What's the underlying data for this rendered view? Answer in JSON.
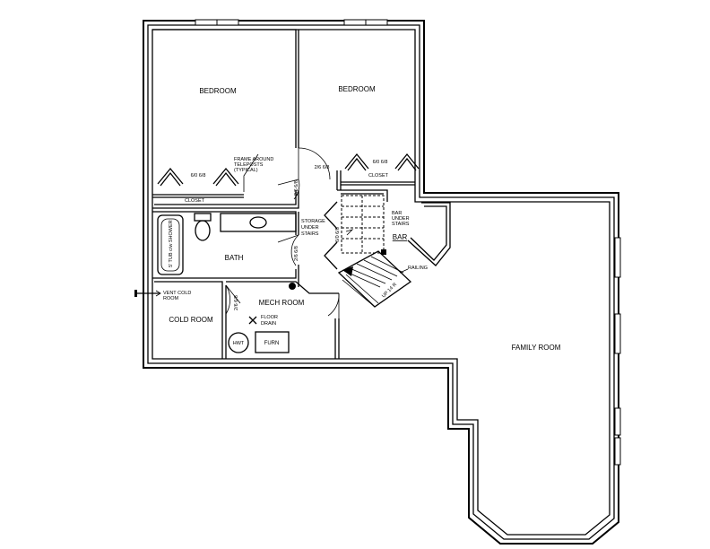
{
  "rooms": {
    "bedroom_left": "BEDROOM",
    "bedroom_right": "BEDROOM",
    "bath": "BATH",
    "cold_room": "COLD ROOM",
    "mech_room": "MECH ROOM",
    "family_room": "FAMILY ROOM",
    "bar": "BAR"
  },
  "labels": {
    "closet_left": "CLOSET",
    "closet_right": "CLOSET",
    "closet_door_left": "6/0 6/8",
    "closet_door_right": "6/0 6/8",
    "frame_line1": "FRAME AROUND",
    "frame_line2": "TELEPOSTS",
    "frame_line3": "(TYPICAL)",
    "door_top": "2/6 6/8",
    "door_bedroom": "2/6 6/8",
    "door_bath": "2/6 6/8",
    "door_cold": "2/6 6/8",
    "storage_line1": "STORAGE",
    "storage_line2": "UNDER",
    "storage_line3": "STAIRS",
    "stair_door": "6/0 6/8",
    "bar_line1": "BAR",
    "bar_line2": "UNDER",
    "bar_line3": "STAIRS",
    "railing": "RAILING",
    "up": "UP 14 R",
    "vent_line1": "VENT COLD",
    "vent_line2": "ROOM",
    "floor_drain_line1": "FLOOR",
    "floor_drain_line2": "DRAIN",
    "tub": "5' TUB c/w SHOWER",
    "hwt": "HWT",
    "furn": "FURN"
  }
}
